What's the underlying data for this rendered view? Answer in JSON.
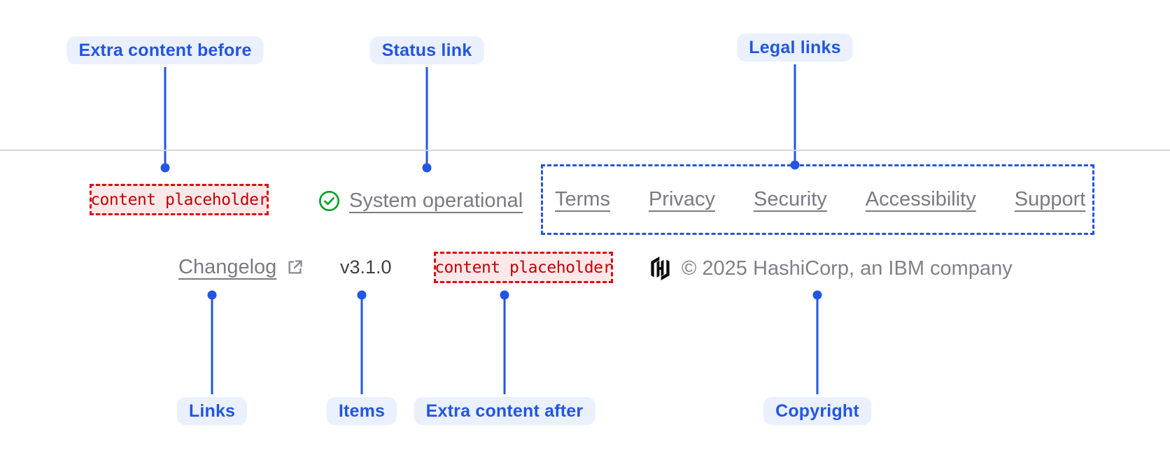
{
  "callouts": {
    "extra_content_before": "Extra content before",
    "status_link": "Status link",
    "legal_links": "Legal links",
    "links": "Links",
    "items": "Items",
    "extra_content_after": "Extra content after",
    "copyright": "Copyright"
  },
  "footer": {
    "extra_content_before": "content placeholder",
    "status": {
      "label": "System operational",
      "icon": "check-circle-icon"
    },
    "legal_links": [
      {
        "label": "Terms"
      },
      {
        "label": "Privacy"
      },
      {
        "label": "Security"
      },
      {
        "label": "Accessibility"
      },
      {
        "label": "Support"
      }
    ],
    "links": [
      {
        "label": "Changelog",
        "external": true,
        "icon": "external-link-icon"
      }
    ],
    "items": [
      {
        "label": "v3.1.0"
      }
    ],
    "extra_content_after": "content placeholder",
    "copyright": {
      "text": "© 2025 HashiCorp, an IBM company",
      "logo": "hashicorp-logo-icon"
    }
  },
  "icons": {
    "status": "check-circle-icon",
    "changelog": "external-link-icon",
    "brand": "hashicorp-logo-icon"
  },
  "colors": {
    "annotation_blue": "#2256E2",
    "callout_background": "#EAF0FD",
    "link_gray": "#7B7983",
    "item_text": "#403F47",
    "copyright_gray": "#81808A",
    "divider_gray": "#D5D4DA",
    "placeholder_text_red": "#C00408",
    "placeholder_border_red": "#DC0A10",
    "placeholder_background": "#FCE8E8",
    "status_green": "#00A328",
    "logo_black": "#0D0D11",
    "page_background": "#FFFFFF"
  }
}
